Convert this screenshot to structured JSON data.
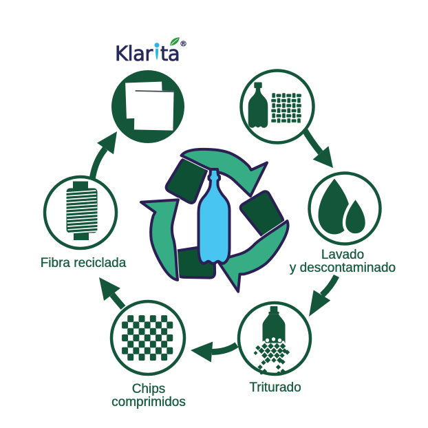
{
  "brand": {
    "part1": "Klar",
    "part2": "ta",
    "registered": "®"
  },
  "colors": {
    "green_dark": "#14563a",
    "green_deep": "#0d5033",
    "green_light": "#36ad85",
    "navy_outline": "#2b2356",
    "bottle_blue": "#48c6f1",
    "brand_navy": "#272b5d",
    "droplet_cyan": "#2cb3e8",
    "leaf_green": "#2f9c41",
    "label_green": "#175c3e",
    "background": "#ffffff"
  },
  "diagram": {
    "type": "cycle",
    "center_icon": "recycling-arrows-with-plastic-bottle",
    "stations": [
      {
        "id": "producto-reciclado",
        "icon": "napkins"
      },
      {
        "id": "recoleccion",
        "icon": "bottle-and-fabric"
      },
      {
        "id": "lavado",
        "icon": "water-drops",
        "label_line1": "Lavado",
        "label_line2": "y descontaminado"
      },
      {
        "id": "triturado",
        "icon": "shredded-bottle",
        "label_line1": "Triturado"
      },
      {
        "id": "chips",
        "icon": "checkerboard-chips",
        "label_line1": "Chips",
        "label_line2": "comprimidos"
      },
      {
        "id": "fibra",
        "icon": "thread-spool",
        "label_line1": "Fibra reciclada"
      }
    ]
  }
}
